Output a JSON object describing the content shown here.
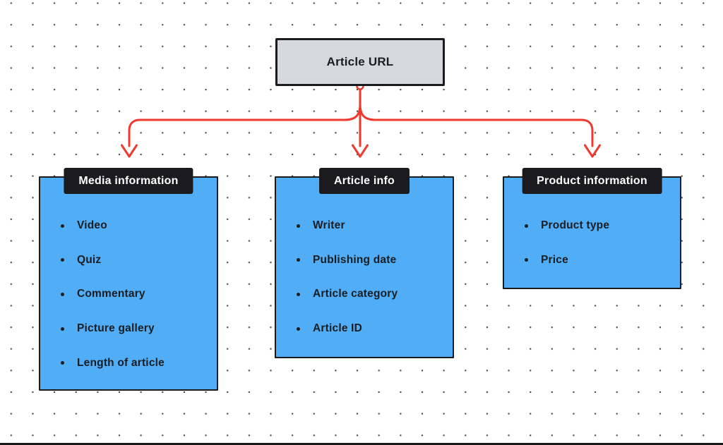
{
  "colors": {
    "connector": "#f0392e",
    "node_fill": "#51adf6",
    "root_fill": "#d5d8de",
    "border": "#1b1b1f",
    "tag_bg": "#1b1b1f",
    "tag_text": "#ffffff",
    "text": "#1a1d21",
    "grid_dot": "#4d4d4d",
    "bottom_bar": "#17171a"
  },
  "root_node": {
    "label": "Article URL"
  },
  "groups": [
    {
      "label": "Media information",
      "items": [
        "Video",
        "Quiz",
        "Commentary",
        "Picture gallery",
        "Length of article"
      ]
    },
    {
      "label": "Article info",
      "items": [
        "Writer",
        "Publishing date",
        "Article category",
        "Article ID"
      ]
    },
    {
      "label": "Product information",
      "items": [
        "Product type",
        "Price"
      ]
    }
  ]
}
